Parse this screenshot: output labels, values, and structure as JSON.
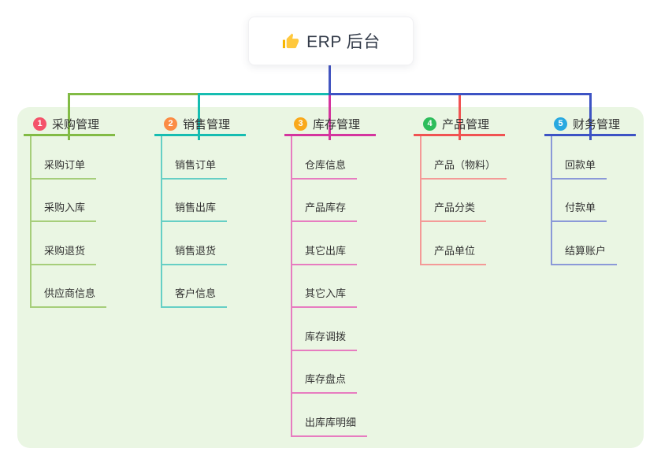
{
  "root": {
    "icon": "thumbs-up-icon",
    "label": "ERP 后台"
  },
  "colors": {
    "canvas": "#ffffff",
    "panel": "#eaf6e3",
    "root_connector": "#4355c0"
  },
  "branches": [
    {
      "badge": "1",
      "label": "采购管理",
      "badge_color": "#f4536a",
      "line_color": "#82bb45",
      "sub_line_color": "#a6ce7a",
      "items": [
        "采购订单",
        "采购入库",
        "采购退货",
        "供应商信息"
      ]
    },
    {
      "badge": "2",
      "label": "销售管理",
      "badge_color": "#fb8c44",
      "line_color": "#16bdb1",
      "sub_line_color": "#66cfc5",
      "items": [
        "销售订单",
        "销售出库",
        "销售退货",
        "客户信息"
      ]
    },
    {
      "badge": "3",
      "label": "库存管理",
      "badge_color": "#f9a91c",
      "line_color": "#d4359e",
      "sub_line_color": "#e77cc0",
      "items": [
        "仓库信息",
        "产品库存",
        "其它出库",
        "其它入库",
        "库存调拨",
        "库存盘点",
        "出库库明细"
      ]
    },
    {
      "badge": "4",
      "label": "产品管理",
      "badge_color": "#2dbd5b",
      "line_color": "#f05352",
      "sub_line_color": "#f49a97",
      "items": [
        "产品（物料）",
        "产品分类",
        "产品单位"
      ]
    },
    {
      "badge": "5",
      "label": "财务管理",
      "badge_color": "#29a9e0",
      "line_color": "#3d53c4",
      "sub_line_color": "#8b99d8",
      "items": [
        "回款单",
        "付款单",
        "结算账户"
      ]
    }
  ]
}
